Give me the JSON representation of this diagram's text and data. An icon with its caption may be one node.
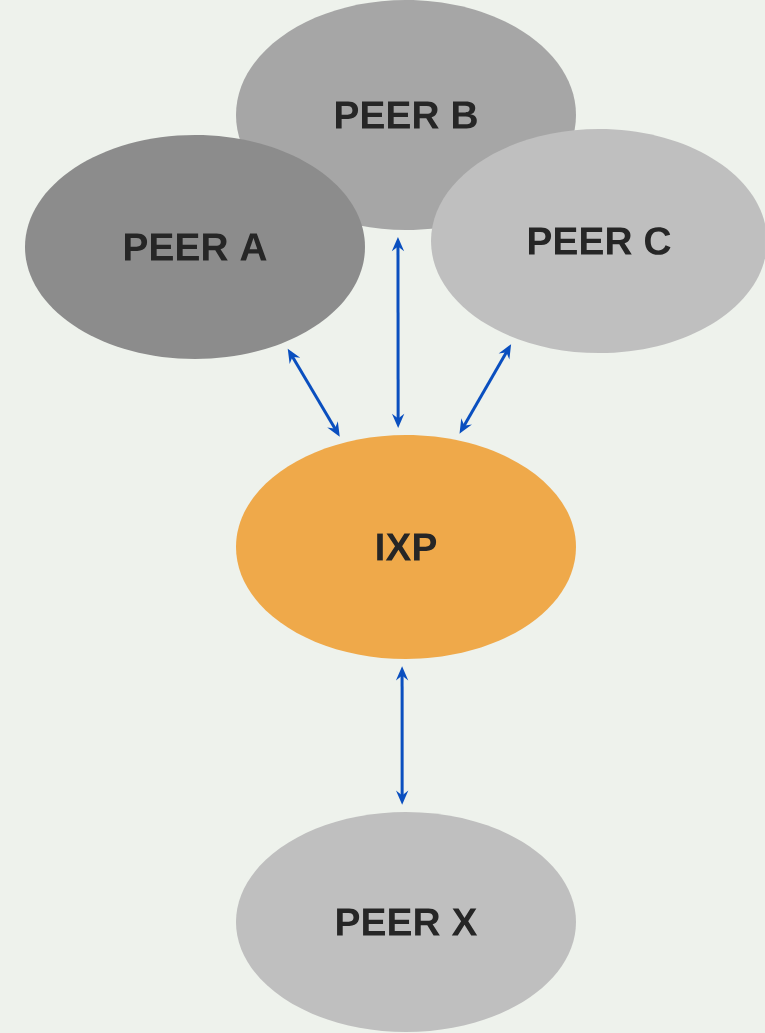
{
  "diagram": {
    "nodes": [
      {
        "text": [
          "PEER B"
        ]
      },
      {
        "text": [
          "PEER A"
        ]
      },
      {
        "text": [
          "PEER C"
        ]
      },
      {
        "text": [
          "IXP"
        ]
      },
      {
        "text": [
          "PEER X"
        ]
      }
    ],
    "edges": [
      {
        "from": 1,
        "to": 3,
        "arrow": "both"
      },
      {
        "from": 0,
        "to": 3,
        "arrow": "both"
      },
      {
        "from": 2,
        "to": 3,
        "arrow": "both"
      },
      {
        "from": 3,
        "to": 4,
        "arrow": "both"
      }
    ]
  }
}
